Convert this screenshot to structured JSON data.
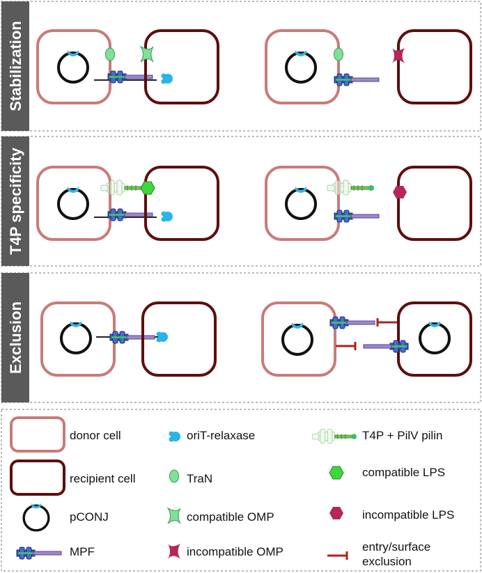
{
  "panels": [
    {
      "label": "Stabilization"
    },
    {
      "label": "T4P specificity"
    },
    {
      "label": "Exclusion"
    }
  ],
  "legend": {
    "donor_cell": "donor cell",
    "recipient_cell": "recipient cell",
    "pconj": "pCONJ",
    "mpf": "MPF",
    "orit_relaxase": "oriT-relaxase",
    "tran": "TraN",
    "compatible_omp": "compatible OMP",
    "incompatible_omp": "incompatible OMP",
    "t4p_pilv": "T4P + PilV pilin",
    "compatible_lps": "compatible LPS",
    "incompatible_lps": "incompatible LPS",
    "exclusion_line1": "entry/surface",
    "exclusion_line2": "exclusion"
  },
  "colors": {
    "donor": "#c97b78",
    "recipient": "#5e0e0e",
    "band": "#5a5a5a",
    "relaxase": "#28b4e8",
    "tran": "#7fe09a",
    "compatible_lps": "#3fd63f",
    "incompatible": "#b5265a",
    "exclusion": "#b02020"
  }
}
